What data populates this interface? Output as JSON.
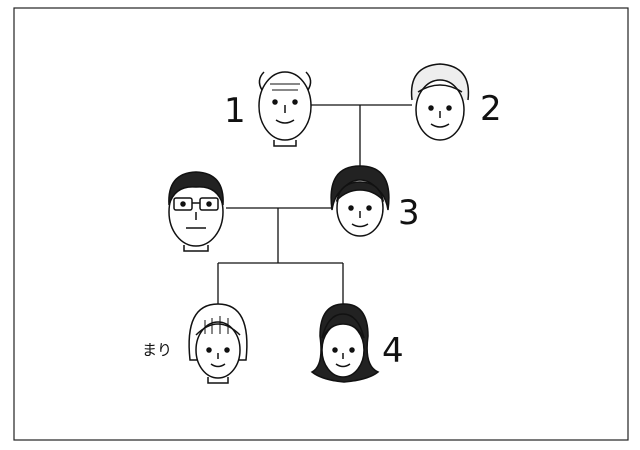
{
  "diagram": {
    "type": "family tree",
    "labels": {
      "p1": "1",
      "p2": "2",
      "p3": "3",
      "p4": "4",
      "mari": "まり"
    }
  }
}
